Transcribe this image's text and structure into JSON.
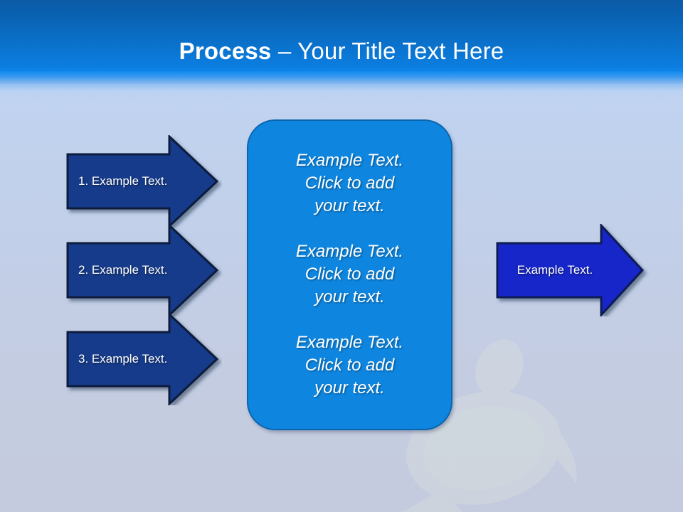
{
  "slide": {
    "title_bold": "Process",
    "title_rest": " – Your Title Text Here",
    "background_top": "#bfd6f6",
    "background_bottom": "#c5cbde",
    "header_color": "#0a70c9"
  },
  "left_arrows": [
    {
      "label": "1. Example Text.",
      "fill": "#123a8a",
      "stroke": "#0a1a3c"
    },
    {
      "label": "2. Example Text.",
      "fill": "#123a8a",
      "stroke": "#0a1a3c"
    },
    {
      "label": "3. Example Text.",
      "fill": "#123a8a",
      "stroke": "#0a1a3c"
    }
  ],
  "center_panel": {
    "fill": "#0e86e0",
    "stroke": "#0a65ae",
    "paragraphs": [
      "Example Text.\nClick  to add\nyour text.",
      "Example Text.\nClick  to add\nyour text.",
      "Example Text.\nClick  to add\nyour text."
    ]
  },
  "right_arrow": {
    "label": "Example Text.",
    "fill": "#1525c8",
    "stroke": "#0a1a52"
  }
}
